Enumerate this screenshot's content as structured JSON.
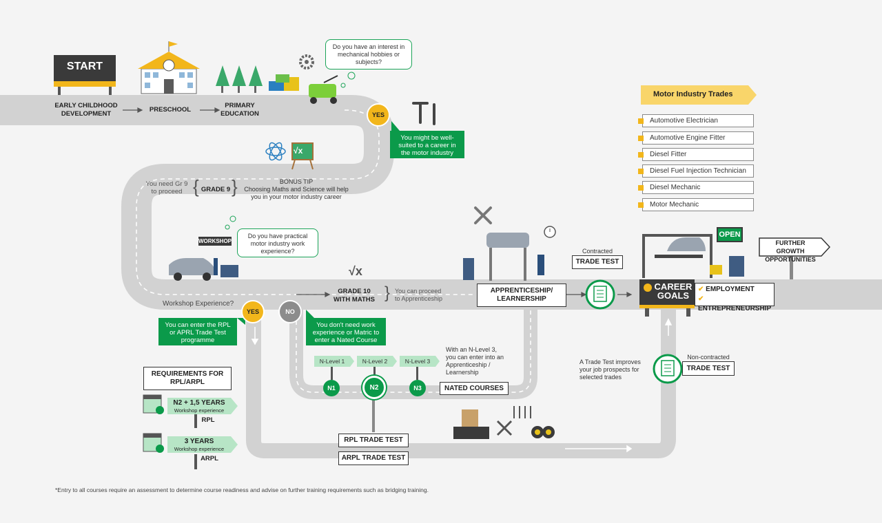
{
  "start": {
    "label": "START"
  },
  "early": {
    "stage1": "EARLY CHILDHOOD\nDEVELOPMENT",
    "stage2": "PRESCHOOL",
    "stage3": "PRIMARY\nEDUCATION"
  },
  "interest_bubble": "Do you have an interest in mechanical hobbies or subjects?",
  "yes_label": "YES",
  "no_label": "NO",
  "suited_box": "You might be well-suited to a career in the motor industry",
  "grade9": {
    "need": "You need Gr 9\nto proceed",
    "label": "GRADE 9",
    "tip_title": "BONUS TIP",
    "tip_text": "Choosing Maths and Science will help\nyou in your motor industry career"
  },
  "workshop_sign": "WORKSHOP",
  "experience_bubble": "Do you have practical motor industry work experience?",
  "workshop_question": "Workshop Experience?",
  "grade10": {
    "label": "GRADE 10\nWITH MATHS",
    "proceed": "You can proceed\nto Apprenticeship"
  },
  "apprenticeship": "APPRENTICESHIP/\nLEARNERSHIP",
  "contracted": "Contracted",
  "trade_test": "TRADE TEST",
  "non_contracted": "Non-contracted",
  "career_goals": "CAREER\nGOALS",
  "employment": "EMPLOYMENT",
  "entrepreneurship": "ENTREPRENEURSHIP",
  "open_sign": "OPEN",
  "further_growth": "FURTHER GROWTH\nOPPORTUNITIES",
  "trades_header": "Motor Industry Trades",
  "trades": [
    "Automotive Electrician",
    "Automotive Engine Fitter",
    "Diesel Fitter",
    "Diesel Fuel Injection Technician",
    "Diesel Mechanic",
    "Motor Mechanic"
  ],
  "rpl_box": "You can enter the RPL or APRL Trade Test programme",
  "nated_box": "You don't need work experience or Matric to enter a Nated Course",
  "nlevels": [
    "N-Level 1",
    "N-Level 2",
    "N-Level 3"
  ],
  "ncircles": [
    "N1",
    "N2",
    "N3"
  ],
  "nated_courses": "NATED COURSES",
  "nlevel3_text": "With an N-Level 3,\nyou can enter into an\nApprenticeship /\nLearnership",
  "trade_test_text": "A Trade Test improves\nyour job prospects for\nselected trades",
  "requirements": {
    "title": "REQUIREMENTS FOR\nRPL/ARPL",
    "rpl_years": "N2 + 1,5 YEARS",
    "rpl_sub": "Workshop experience",
    "rpl": "RPL",
    "arpl_years": "3 YEARS",
    "arpl_sub": "Workshop experience",
    "arpl": "ARPL"
  },
  "rpl_trade_test": "RPL TRADE TEST",
  "arpl_trade_test": "ARPL TRADE TEST",
  "footnote": "*Entry to all courses require an assessment to determine course readiness and advise on further training requirements such as bridging training.",
  "colors": {
    "road": "#d2d2d2",
    "green": "#0b9a4a",
    "light_green": "#b7e5c6",
    "yellow": "#f2b61b",
    "dark": "#3a3a3a"
  }
}
